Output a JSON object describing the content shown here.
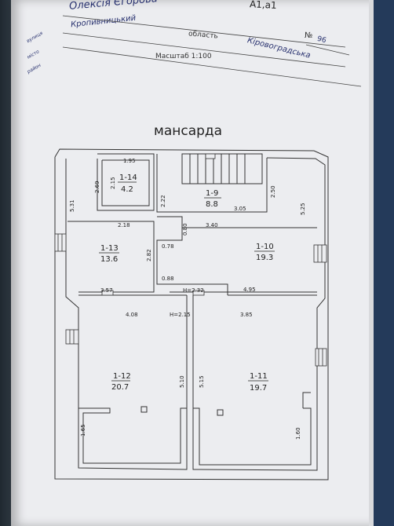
{
  "header": {
    "owner_name": "Олексія Єгорова",
    "number_fragment": "А1,а1",
    "city": "Кропивницький",
    "region_label": "область",
    "region": "Кіровоградська",
    "no_label": "№",
    "no_value": "96",
    "scale": "Масштаб 1:100",
    "margin_notes": [
      "вулиця",
      "місто",
      "район"
    ]
  },
  "plan": {
    "title": "мансарда",
    "rooms": [
      {
        "id": "1-14",
        "area": "4.2"
      },
      {
        "id": "1-9",
        "area": "8.8"
      },
      {
        "id": "1-13",
        "area": "13.6"
      },
      {
        "id": "1-10",
        "area": "19.3"
      },
      {
        "id": "1-12",
        "area": "20.7"
      },
      {
        "id": "1-11",
        "area": "19.7"
      }
    ],
    "dims": {
      "d195": "1.95",
      "d269": "2.69",
      "d215": "2.15",
      "d222": "2.22",
      "d531": "5.31",
      "d250": "2.50",
      "d525": "5.25",
      "d305": "3.05",
      "d218": "2.18",
      "d080": "0.80",
      "d340": "3.40",
      "d282": "2.82",
      "d078": "0.78",
      "d088": "0.88",
      "d357": "3.57",
      "dh232": "H=2.32",
      "d495": "4.95",
      "d408": "4.08",
      "dh215": "H=2.15",
      "d385": "3.85",
      "d510": "5.10",
      "d515": "5.15",
      "d165": "1.65",
      "d160": "1.60"
    }
  }
}
